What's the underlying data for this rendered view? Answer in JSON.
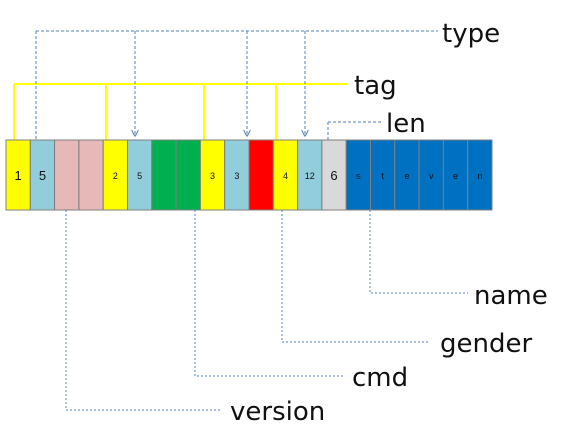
{
  "labels": {
    "type": "type",
    "tag": "tag",
    "len": "len",
    "name": "name",
    "gender": "gender",
    "cmd": "cmd",
    "version": "version"
  },
  "colors": {
    "yellow": "#ffff00",
    "light_blue": "#92cddc",
    "pink": "#e6b9b8",
    "green": "#00b050",
    "red": "#ff0000",
    "gray": "#d9d9d9",
    "blue": "#0070c0",
    "yellow_line": "#ffff00",
    "dashed_line": "#4f81bd"
  },
  "cells": [
    {
      "text": "1",
      "color": "yellow",
      "size": "big"
    },
    {
      "text": "5",
      "color": "light_blue",
      "size": "big"
    },
    {
      "text": "",
      "color": "pink",
      "size": "small"
    },
    {
      "text": "",
      "color": "pink",
      "size": "small"
    },
    {
      "text": "2",
      "color": "yellow",
      "size": "small"
    },
    {
      "text": "5",
      "color": "light_blue",
      "size": "small"
    },
    {
      "text": "",
      "color": "green",
      "size": "small"
    },
    {
      "text": "",
      "color": "green",
      "size": "small"
    },
    {
      "text": "3",
      "color": "yellow",
      "size": "small"
    },
    {
      "text": "3",
      "color": "light_blue",
      "size": "small"
    },
    {
      "text": "",
      "color": "red",
      "size": "small"
    },
    {
      "text": "4",
      "color": "yellow",
      "size": "small"
    },
    {
      "text": "12",
      "color": "light_blue",
      "size": "small"
    },
    {
      "text": "6",
      "color": "gray",
      "size": "big"
    },
    {
      "text": "s",
      "color": "blue",
      "size": "small"
    },
    {
      "text": "t",
      "color": "blue",
      "size": "small"
    },
    {
      "text": "e",
      "color": "blue",
      "size": "small"
    },
    {
      "text": "v",
      "color": "blue",
      "size": "small"
    },
    {
      "text": "e",
      "color": "blue",
      "size": "small"
    },
    {
      "text": "n",
      "color": "blue",
      "size": "small"
    }
  ]
}
